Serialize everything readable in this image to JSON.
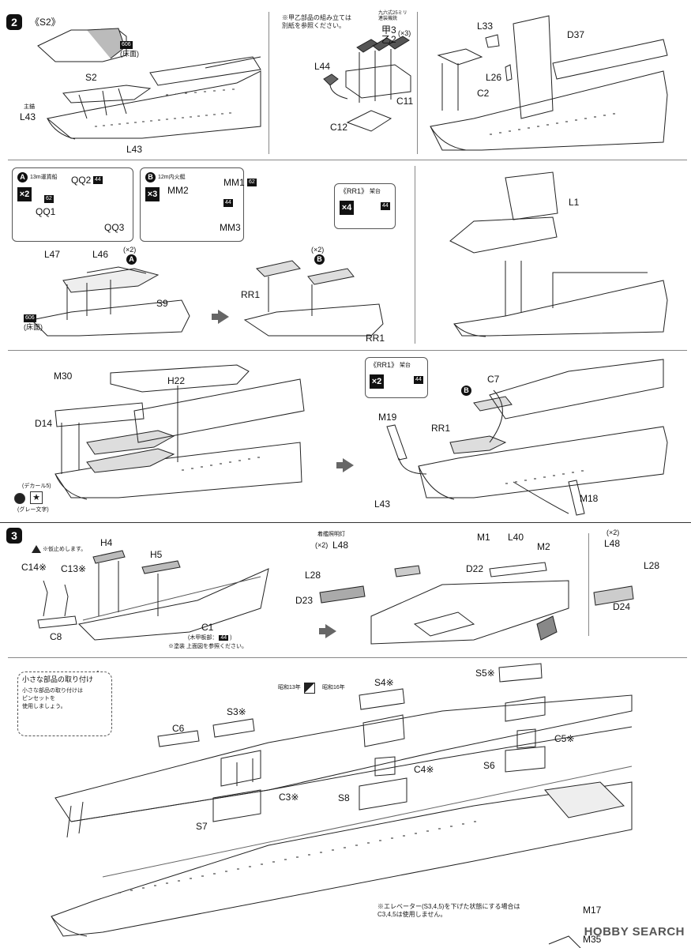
{
  "step2": {
    "number": "2",
    "s2_panel_title": "《S2》",
    "color_606": "606",
    "floor_note": "(床面)",
    "parts_s2": "S2",
    "main_anchor_note": "主錨",
    "l43": "L43",
    "l43b": "L43",
    "note_kou_otsu": "※甲乙部品の組み立ては\n別紙を参照ください。",
    "aa_gun_note": "九六式25ミリ\n連装機銃",
    "kou3": "甲3",
    "otsu2": "乙2",
    "x3": "(×3)",
    "l44": "L44",
    "c11": "C11",
    "c12": "C12",
    "l33": "L33",
    "d37": "D37",
    "l26": "L26",
    "c2": "C2"
  },
  "boxA": {
    "letter": "A",
    "title": "13m運貨船",
    "qq2": "QQ2",
    "c44": "44",
    "mult": "×2",
    "c62": "62",
    "qq1": "QQ1",
    "qq3": "QQ3"
  },
  "boxB": {
    "letter": "B",
    "title": "12m内火艇",
    "mm1": "MM1",
    "c62": "62",
    "mm2": "MM2",
    "mult": "×3",
    "c44": "44",
    "mm3": "MM3"
  },
  "rr1box": {
    "title": "《RR1》",
    "sub": "架台",
    "mult": "×4",
    "c44": "44"
  },
  "mid": {
    "l1": "L1",
    "l47": "L47",
    "l46": "L46",
    "x2": "(×2)",
    "a": "A",
    "s9": "S9",
    "c606": "606",
    "floor": "(床面)",
    "x2b": "(×2)",
    "b": "B",
    "rr1a": "RR1",
    "rr1b": "RR1"
  },
  "lower": {
    "m30": "M30",
    "h22": "H22",
    "d14": "D14",
    "decal": "(デカール5)",
    "grey": "(グレー文字)",
    "rr1_title": "《RR1》",
    "rr1_sub": "架台",
    "rr1_mult": "×2",
    "c44": "44",
    "c7": "C7",
    "b": "B",
    "m19": "M19",
    "rr1": "RR1",
    "l43": "L43",
    "m18": "M18"
  },
  "step3": {
    "number": "3",
    "warn": "※仮止めします。",
    "h4": "H4",
    "h5": "H5",
    "c14": "C14※",
    "c13": "C13※",
    "c8": "C8",
    "c1": "C1",
    "wood_deck": "(木甲板部：",
    "wood_code": "44",
    "wood_end": ")",
    "paint_note": "※塗装 上面図を参照ください。",
    "landing_lights": "着艦照明灯",
    "x2": "(×2)",
    "l48": "L48",
    "l28": "L28",
    "d23": "D23",
    "m1": "M1",
    "l40": "L40",
    "m2": "M2",
    "d22": "D22",
    "x2b": "(×2)",
    "l48b": "L48",
    "l28b": "L28",
    "d24": "D24"
  },
  "small_parts": {
    "title": "小さな部品の取り付け",
    "body": "小さな部品の取り付けは\nピンセットを\n使用しましょう。"
  },
  "hull": {
    "showa13": "昭和13年",
    "showa16": "昭和16年",
    "s4": "S4※",
    "s5": "S5※",
    "s3": "S3※",
    "c6": "C6",
    "c5": "C5※",
    "s6": "S6",
    "c4": "C4※",
    "s8": "S8",
    "c3": "C3※",
    "s7": "S7",
    "elevator_note": "※エレベーター(S3,4,5)を下げた状態にする場合は\nC3,4,5は使用しません。",
    "m17": "M17",
    "m35": "M35"
  },
  "watermark": "HOBBY SEARCH"
}
